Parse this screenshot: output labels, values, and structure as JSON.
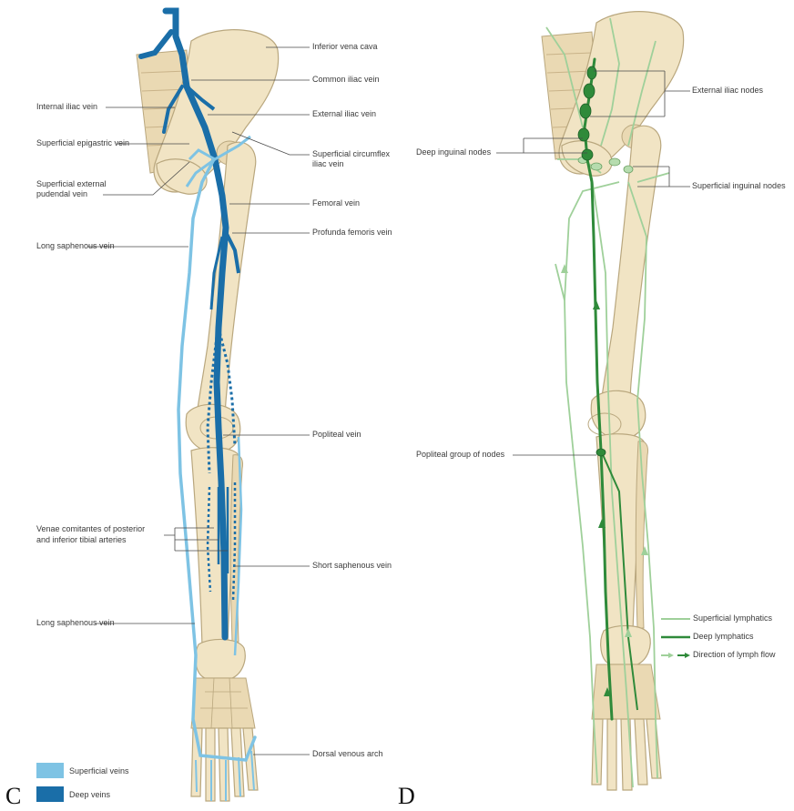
{
  "panels": {
    "left_letter": "C",
    "right_letter": "D"
  },
  "left_labels": {
    "inferior_vena_cava": "Inferior vena cava",
    "common_iliac_vein": "Common iliac vein",
    "internal_iliac_vein": "Internal iliac vein",
    "external_iliac_vein": "External iliac vein",
    "superficial_epigastric_vein": "Superficial epigastric vein",
    "superficial_circumflex_iliac_vein_1": "Superficial circumflex",
    "superficial_circumflex_iliac_vein_2": "iliac vein",
    "superficial_external_pudendal_vein_1": "Superficial external",
    "superficial_external_pudendal_vein_2": "pudendal vein",
    "femoral_vein": "Femoral vein",
    "profunda_femoris_vein": "Profunda femoris vein",
    "long_saphenous_vein_upper": "Long saphenous vein",
    "popliteal_vein": "Popliteal vein",
    "venae_comitantes_1": "Venae comitantes of posterior",
    "venae_comitantes_2": "and inferior tibial arteries",
    "short_saphenous_vein": "Short saphenous vein",
    "long_saphenous_vein_lower": "Long saphenous vein",
    "dorsal_venous_arch": "Dorsal venous arch"
  },
  "left_legend": {
    "superficial": "Superficial veins",
    "deep": "Deep veins"
  },
  "right_labels": {
    "external_iliac_nodes": "External iliac nodes",
    "deep_inguinal_nodes": "Deep inguinal nodes",
    "superficial_inguinal_nodes": "Superficial inguinal nodes",
    "popliteal_group": "Popliteal group of nodes"
  },
  "right_legend": {
    "superficial": "Superficial lymphatics",
    "deep": "Deep lymphatics",
    "direction": "Direction of lymph flow"
  },
  "colors": {
    "bone": "#f1e4c4",
    "bone_edge": "#b9a77e",
    "deep_vein": "#1a6ea8",
    "superficial_vein": "#7ec3e4",
    "deep_lymph": "#2f8a3a",
    "superficial_lymph": "#9fd09a",
    "leader": "#4a4a4a"
  }
}
